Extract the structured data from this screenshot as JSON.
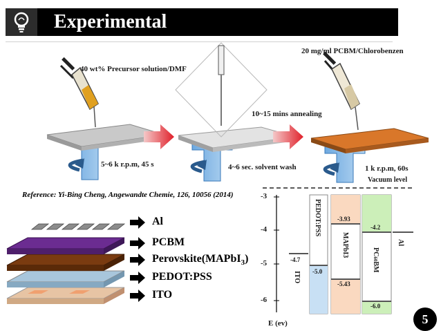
{
  "header": {
    "title": "Experimental",
    "icon": "lightbulb-icon"
  },
  "process": {
    "step1_label": "40 wt% Precursor solution/DMF",
    "step1_spin": "5~6 k r.p.m, 45 s",
    "step2_label": "10~15 mins annealing",
    "step2_spin": "4~6 sec. solvent wash",
    "step3_label": "20 mg/ml PCBM/Chlorobenzen",
    "step3_spin": "1 k r.p.m, 60s",
    "vacuum": "Vacuum level"
  },
  "reference": "Reference: Yi-Bing Cheng, Angewandte Chemie, 126, 10056 (2014)",
  "layers": [
    {
      "label": "Al",
      "color": "#8c8c8c"
    },
    {
      "label": "PCBM",
      "color": "#6b2c91"
    },
    {
      "label": "Perovskite(MAPbI",
      "sub": "3",
      "tail": ")",
      "color": "#7a3b10"
    },
    {
      "label": "PEDOT:PSS",
      "color": "#a8c6dc"
    },
    {
      "label": "ITO",
      "color": "#e7c4a4"
    }
  ],
  "energy": {
    "axis_label": "E (ev)",
    "ticks": [
      "-3",
      "-4",
      "-5",
      "-6"
    ],
    "ito": {
      "label": "ITO",
      "value": "-4.7"
    },
    "pedot": {
      "label": "PEDOT:PSS",
      "value": "-5.0"
    },
    "mapbi3": {
      "label": "MAPbI3",
      "lumo": "-3.93",
      "homo": "-5.43"
    },
    "pcbm": {
      "label": "PC",
      "sub": "60",
      "tail": "BM",
      "lumo": "-4.2",
      "homo": "-6.0"
    },
    "al": {
      "label": "Al"
    }
  },
  "page_number": "5"
}
